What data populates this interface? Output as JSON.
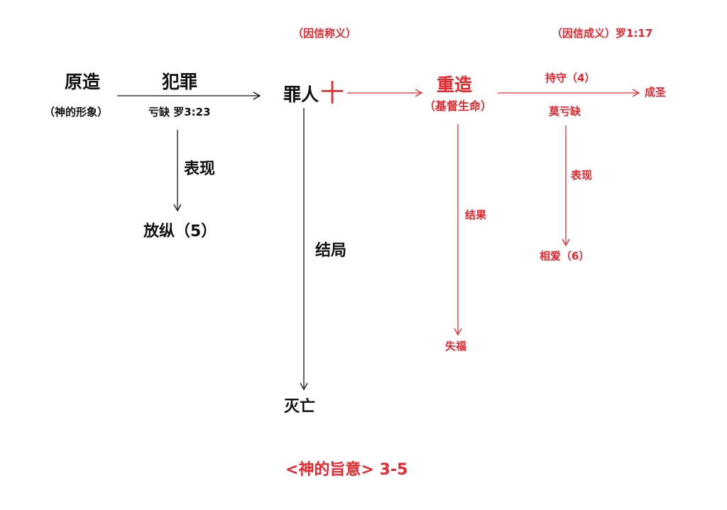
{
  "colors": {
    "black": "#111111",
    "red": "#e8262c"
  },
  "nodes": {
    "creation": "原造",
    "image_of_god": "（神的形象）",
    "sin": "犯罪",
    "fall_short": "亏缺 罗3:23",
    "manifest_left": "表现",
    "indulgence": "放纵（5）",
    "sinner": "罪人",
    "cross_symbol": "十",
    "outcome_left": "结局",
    "destruction": "灭亡",
    "justified_by_faith": "（因信称义）",
    "recreation": "重造",
    "christ_life": "（基督生命）",
    "outcome_right": "结果",
    "lose_blessing": "失福",
    "sanctified_by_faith": "（因信成义）罗1:17",
    "keep": "持守（4）",
    "holiness": "成圣",
    "no_fall_short": "莫亏缺",
    "manifest_right": "表现",
    "love_one_another": "相爱（6）"
  },
  "footer": {
    "title": "<神的旨意> 3-5"
  }
}
